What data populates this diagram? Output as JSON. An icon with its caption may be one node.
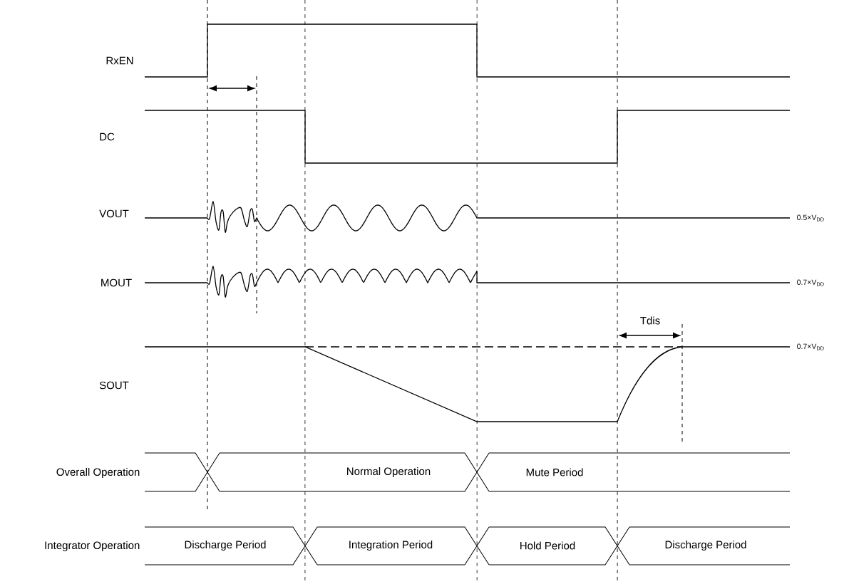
{
  "diagram": {
    "labels": [
      "RxEN",
      "DC",
      "VOUT",
      "0.5×V$_{DD}$",
      "MOUT",
      "0.7×V$_{DD}$",
      "Tdis",
      "SOUT",
      "0.7×V$_{DD}$",
      "Overall Operation",
      "Normal Operation",
      "Mute Period",
      "Integrator Operation",
      "Discharge Period",
      "Integration Period",
      "Hold Period",
      "Discharge Period"
    ]
  }
}
